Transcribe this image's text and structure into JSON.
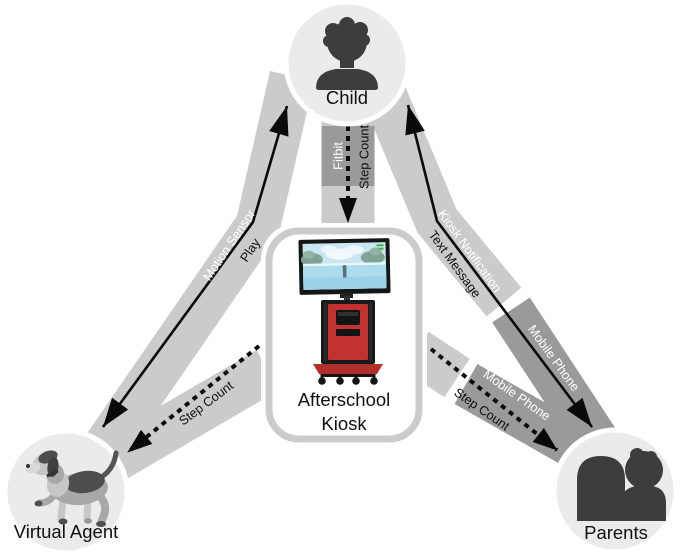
{
  "figure": {
    "nodes": {
      "child": {
        "label": "Child"
      },
      "virtual_agent": {
        "label": "Virtual Agent"
      },
      "parents": {
        "label": "Parents"
      },
      "kiosk": {
        "label_line1": "Afterschool",
        "label_line2": "Kiosk"
      }
    },
    "links": {
      "child_to_kiosk": {
        "channel": "Fitbit",
        "payload": "Step Count"
      },
      "virtual_agent_child": {
        "channel": "Motion Sensor",
        "payload": "Play"
      },
      "parents_child": {
        "channel": "Kiosk Notification",
        "payload": "Text Message",
        "channel2": "Mobile Phone"
      },
      "kiosk_to_parents": {
        "channel": "Mobile Phone",
        "payload": "Step Count"
      },
      "kiosk_to_virtual_agent": {
        "payload": "Step Count"
      }
    },
    "colors": {
      "band_light": "#cbcbcb",
      "band_dark": "#9a9a9a",
      "node_fill": "#ebebeb",
      "silhouette": "#3d3d3d",
      "arrow": "#0a0a0a",
      "kiosk_border": "#cbcbcb",
      "kiosk_red": "#c23230"
    }
  }
}
